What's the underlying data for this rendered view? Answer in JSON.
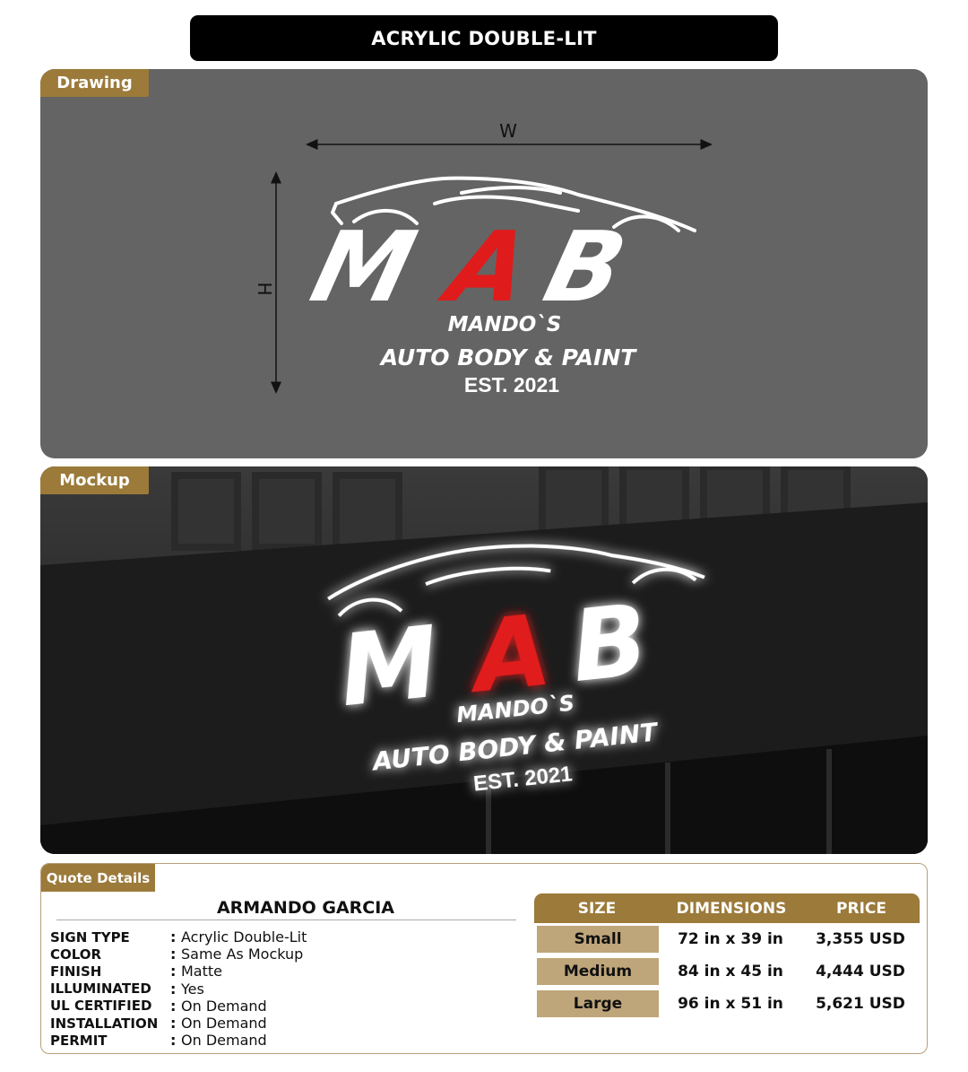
{
  "header": {
    "title": "ACRYLIC DOUBLE-LIT"
  },
  "drawing": {
    "tab_label": "Drawing",
    "width_label": "W",
    "height_label": "H",
    "logo": {
      "mark": [
        "M",
        "A",
        "B"
      ],
      "name": "MANDO`S",
      "tagline": "AUTO BODY & PAINT",
      "est": "EST. 2021",
      "accent_color": "#e01b1b",
      "main_color": "#ffffff"
    }
  },
  "mockup": {
    "tab_label": "Mockup",
    "logo": {
      "mark": [
        "M",
        "A",
        "B"
      ],
      "name": "MANDO`S",
      "tagline": "AUTO BODY & PAINT",
      "est": "EST. 2021"
    }
  },
  "quote": {
    "tab_label": "Quote Details",
    "client_name": "ARMANDO GARCIA",
    "specs": [
      {
        "key": "SIGN TYPE",
        "value": "Acrylic Double-Lit"
      },
      {
        "key": "COLOR",
        "value": "Same As Mockup"
      },
      {
        "key": "FINISH",
        "value": "Matte"
      },
      {
        "key": "ILLUMINATED",
        "value": "Yes"
      },
      {
        "key": "UL CERTIFIED",
        "value": "On Demand"
      },
      {
        "key": "INSTALLATION",
        "value": "On Demand"
      },
      {
        "key": "PERMIT",
        "value": "On Demand"
      }
    ],
    "table": {
      "headers": [
        "SIZE",
        "DIMENSIONS",
        "PRICE"
      ],
      "rows": [
        {
          "size": "Small",
          "dimensions": "72 in x 39 in",
          "price": "3,355 USD"
        },
        {
          "size": "Medium",
          "dimensions": "84 in x 45 in",
          "price": "4,444 USD"
        },
        {
          "size": "Large",
          "dimensions": "96 in x 51 in",
          "price": "5,621 USD"
        }
      ]
    }
  },
  "colors": {
    "gold": "#9b7a3a",
    "gold_light": "#bfa57a",
    "panel_gray": "#646464",
    "red": "#e01b1b"
  }
}
